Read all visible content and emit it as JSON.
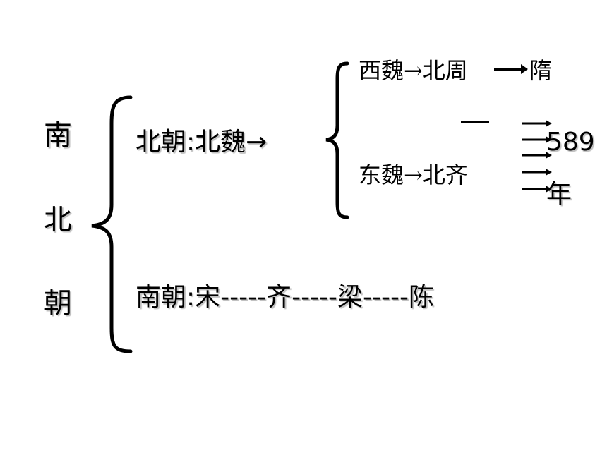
{
  "title_vertical": [
    "南",
    "北",
    "朝"
  ],
  "north": {
    "label": "北朝:北魏→",
    "upper_branch": {
      "part1": "西魏→北周",
      "part2": "隋"
    },
    "lower_branch": "东魏→北齐",
    "year_number": "589",
    "year_unit": "年"
  },
  "south": {
    "label": "南朝:宋-----齐-----梁-----陈"
  }
}
